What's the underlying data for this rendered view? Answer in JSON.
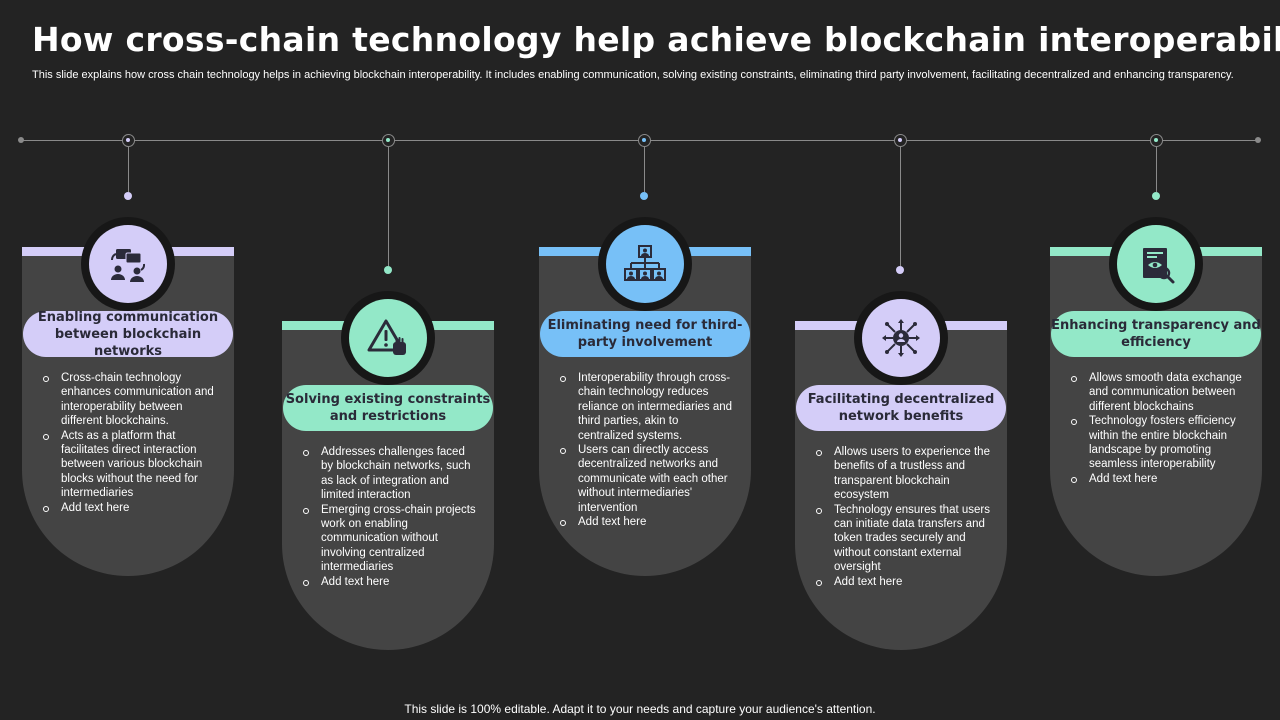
{
  "title": "How cross-chain technology help achieve blockchain interoperability",
  "subtitle": "This slide explains how cross chain technology helps in achieving blockchain interoperability. It includes enabling communication, solving existing constraints, eliminating third party involvement, facilitating decentralized and enhancing transparency.",
  "colors": {
    "background": "#232323",
    "card": "#444444",
    "lavender": "#d4cdf8",
    "mint": "#93e8c8",
    "blue": "#77c0f7"
  },
  "columns": [
    {
      "icon": "communication-network-icon",
      "accent": "#d4cdf8",
      "heading": "Enabling communication between blockchain networks",
      "bullets": [
        "Cross-chain technology enhances communication and interoperability between different blockchains.",
        "Acts as a platform that facilitates direct interaction between various blockchain blocks without the need for intermediaries",
        "Add text here"
      ]
    },
    {
      "icon": "warning-stop-hand-icon",
      "accent": "#93e8c8",
      "heading": "Solving existing constraints and restrictions",
      "bullets": [
        "Addresses challenges faced by blockchain networks, such as lack of integration and limited interaction",
        "Emerging cross-chain projects work on enabling communication without involving centralized intermediaries",
        "Add text here"
      ]
    },
    {
      "icon": "hierarchy-icon",
      "accent": "#77c0f7",
      "heading": "Eliminating need for third-party involvement",
      "bullets": [
        "Interoperability through cross-chain technology reduces reliance on intermediaries and third parties, akin to centralized systems.",
        "Users can directly access decentralized networks and communicate with each other without intermediaries' intervention",
        "Add text here"
      ]
    },
    {
      "icon": "decentralized-network-icon",
      "accent": "#d4cdf8",
      "heading": "Facilitating decentralized network benefits",
      "bullets": [
        "Allows users to experience the benefits of a trustless and transparent blockchain ecosystem",
        "Technology ensures that users can initiate data transfers and token trades securely and without constant external oversight",
        "Add text here"
      ]
    },
    {
      "icon": "transparency-document-icon",
      "accent": "#93e8c8",
      "heading": "Enhancing transparency and efficiency",
      "bullets": [
        "Allows smooth data exchange and communication between different blockchains",
        "Technology fosters efficiency within the entire blockchain landscape by promoting seamless interoperability",
        "Add text here"
      ]
    }
  ],
  "footer": "This slide is 100% editable. Adapt it to your needs and capture your audience's attention."
}
